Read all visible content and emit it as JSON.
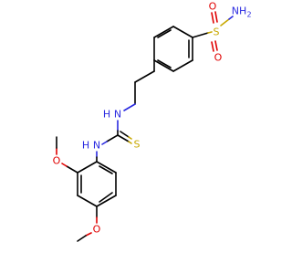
{
  "molecule": {
    "atoms": {
      "nh2": "NH",
      "nh2_sub": "2",
      "s_sulfonyl": "S",
      "o_sulfonyl_top": "O",
      "o_sulfonyl_bottom": "O",
      "n_upper": "N",
      "n_upper_h": "H",
      "s_thio": "S",
      "n_lower": "N",
      "n_lower_h": "H",
      "o_methoxy_1": "O",
      "o_methoxy_2": "O"
    },
    "colors": {
      "carbon_bond": "#000000",
      "nitrogen": "#2a2ae0",
      "oxygen": "#e00000",
      "sulfur": "#c8a800"
    }
  }
}
